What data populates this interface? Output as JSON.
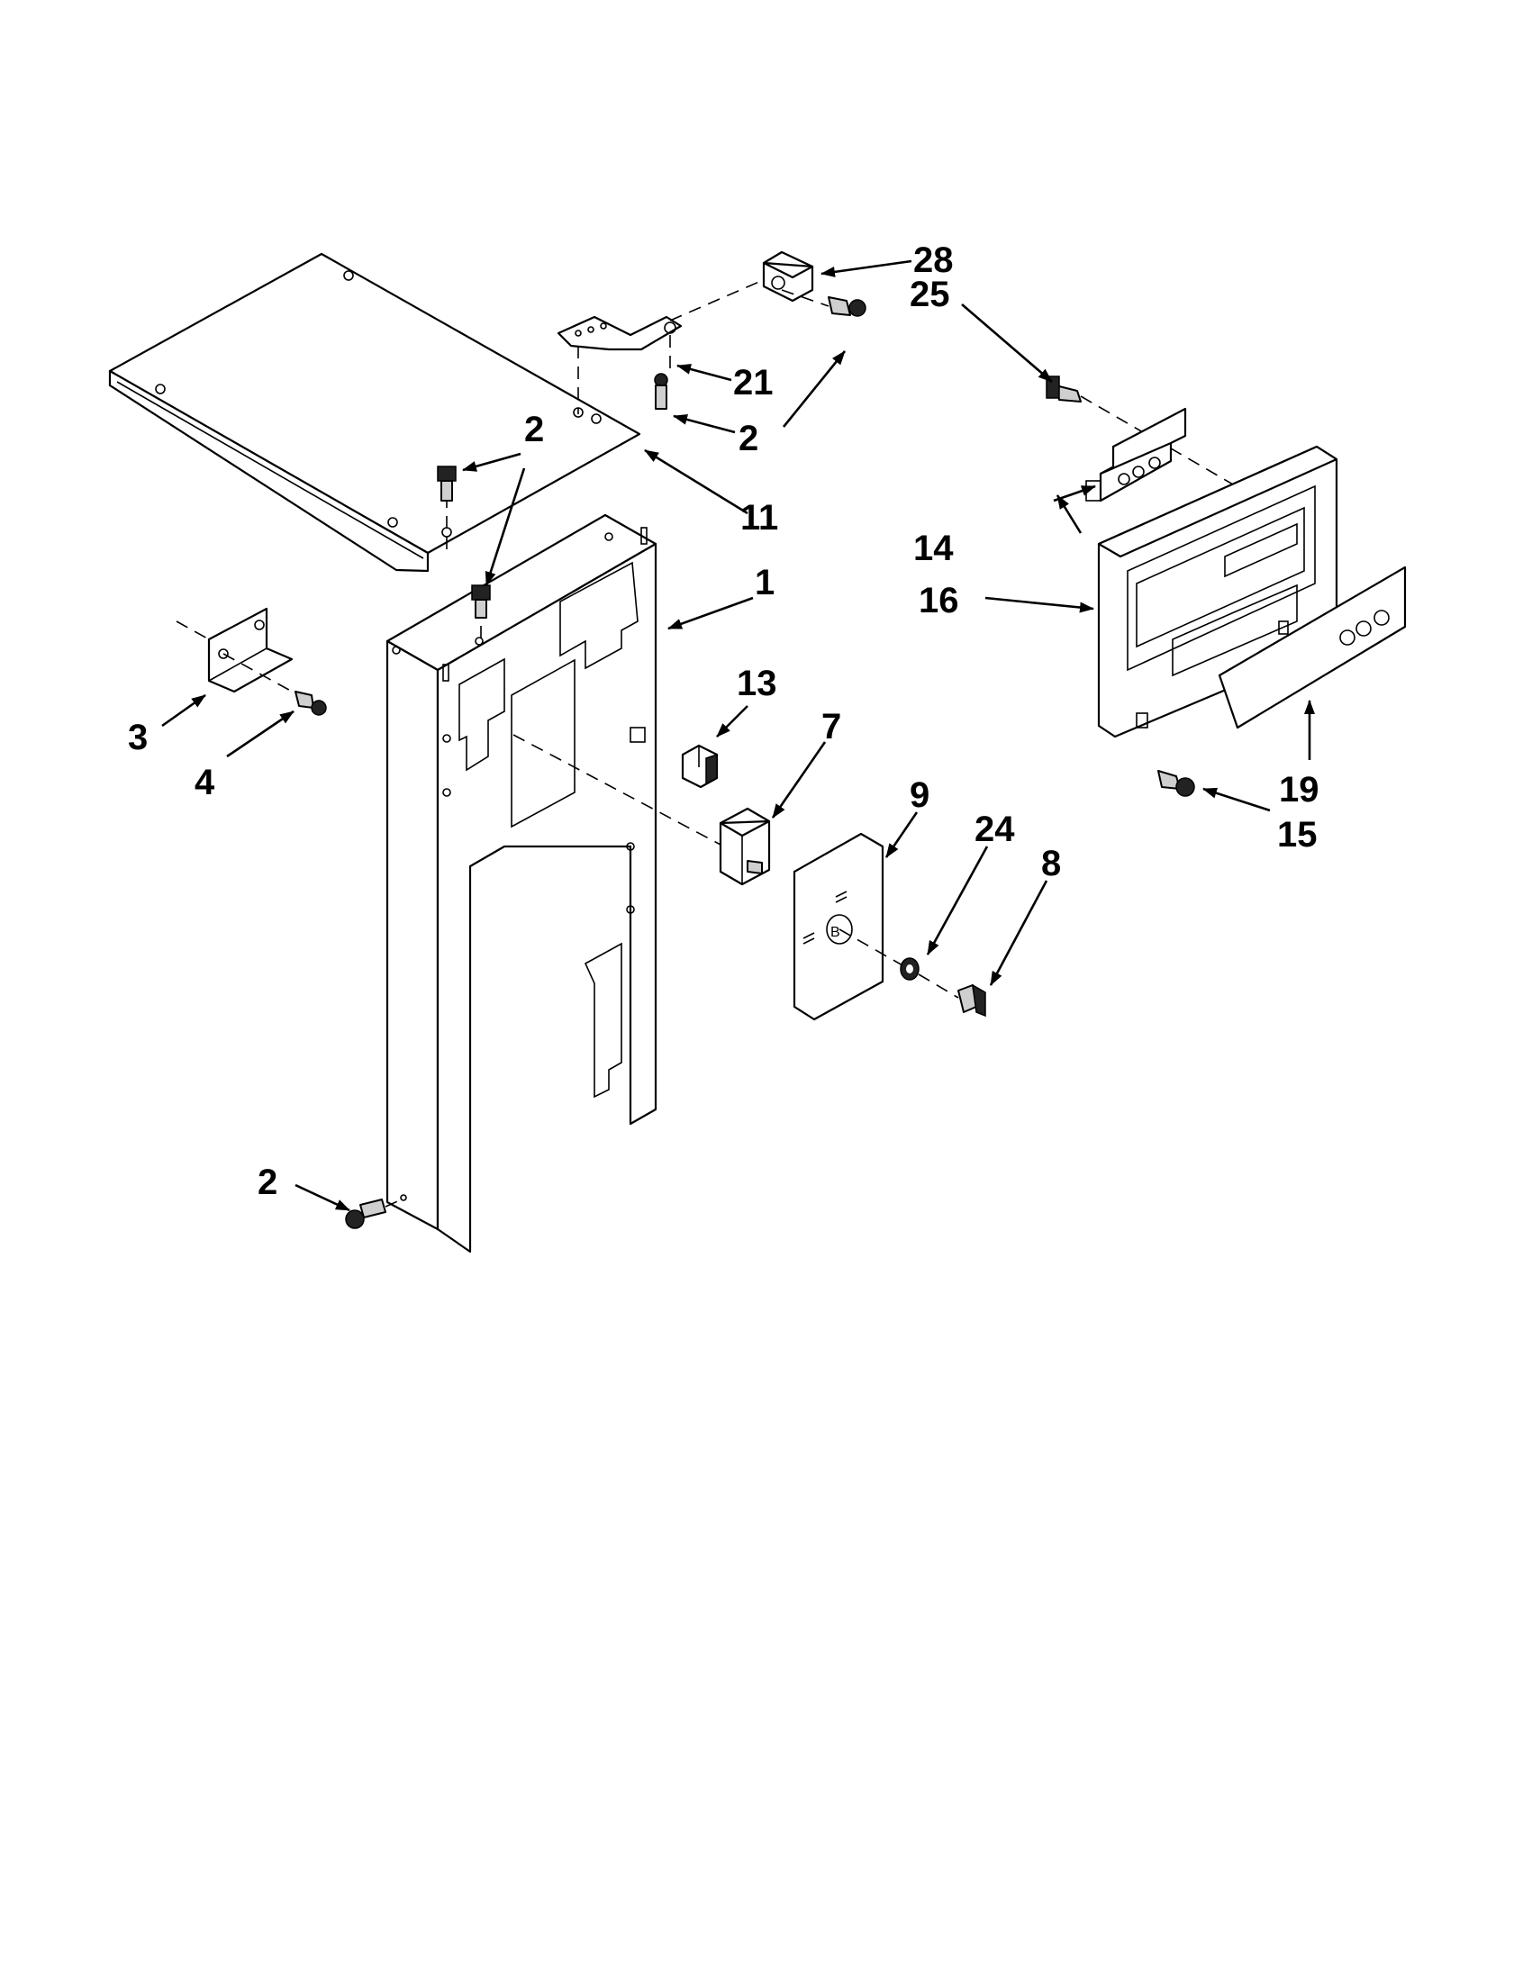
{
  "callouts": [
    {
      "id": "c28",
      "label": "28"
    },
    {
      "id": "c25",
      "label": "25"
    },
    {
      "id": "c21",
      "label": "21"
    },
    {
      "id": "c2a",
      "label": "2"
    },
    {
      "id": "c2b",
      "label": "2"
    },
    {
      "id": "c11",
      "label": "11"
    },
    {
      "id": "c14",
      "label": "14"
    },
    {
      "id": "c16",
      "label": "16"
    },
    {
      "id": "c1",
      "label": "1"
    },
    {
      "id": "c13",
      "label": "13"
    },
    {
      "id": "c3",
      "label": "3"
    },
    {
      "id": "c4",
      "label": "4"
    },
    {
      "id": "c7",
      "label": "7"
    },
    {
      "id": "c9",
      "label": "9"
    },
    {
      "id": "c24",
      "label": "24"
    },
    {
      "id": "c8",
      "label": "8"
    },
    {
      "id": "c19",
      "label": "19"
    },
    {
      "id": "c15",
      "label": "15"
    },
    {
      "id": "c2c",
      "label": "2"
    }
  ]
}
